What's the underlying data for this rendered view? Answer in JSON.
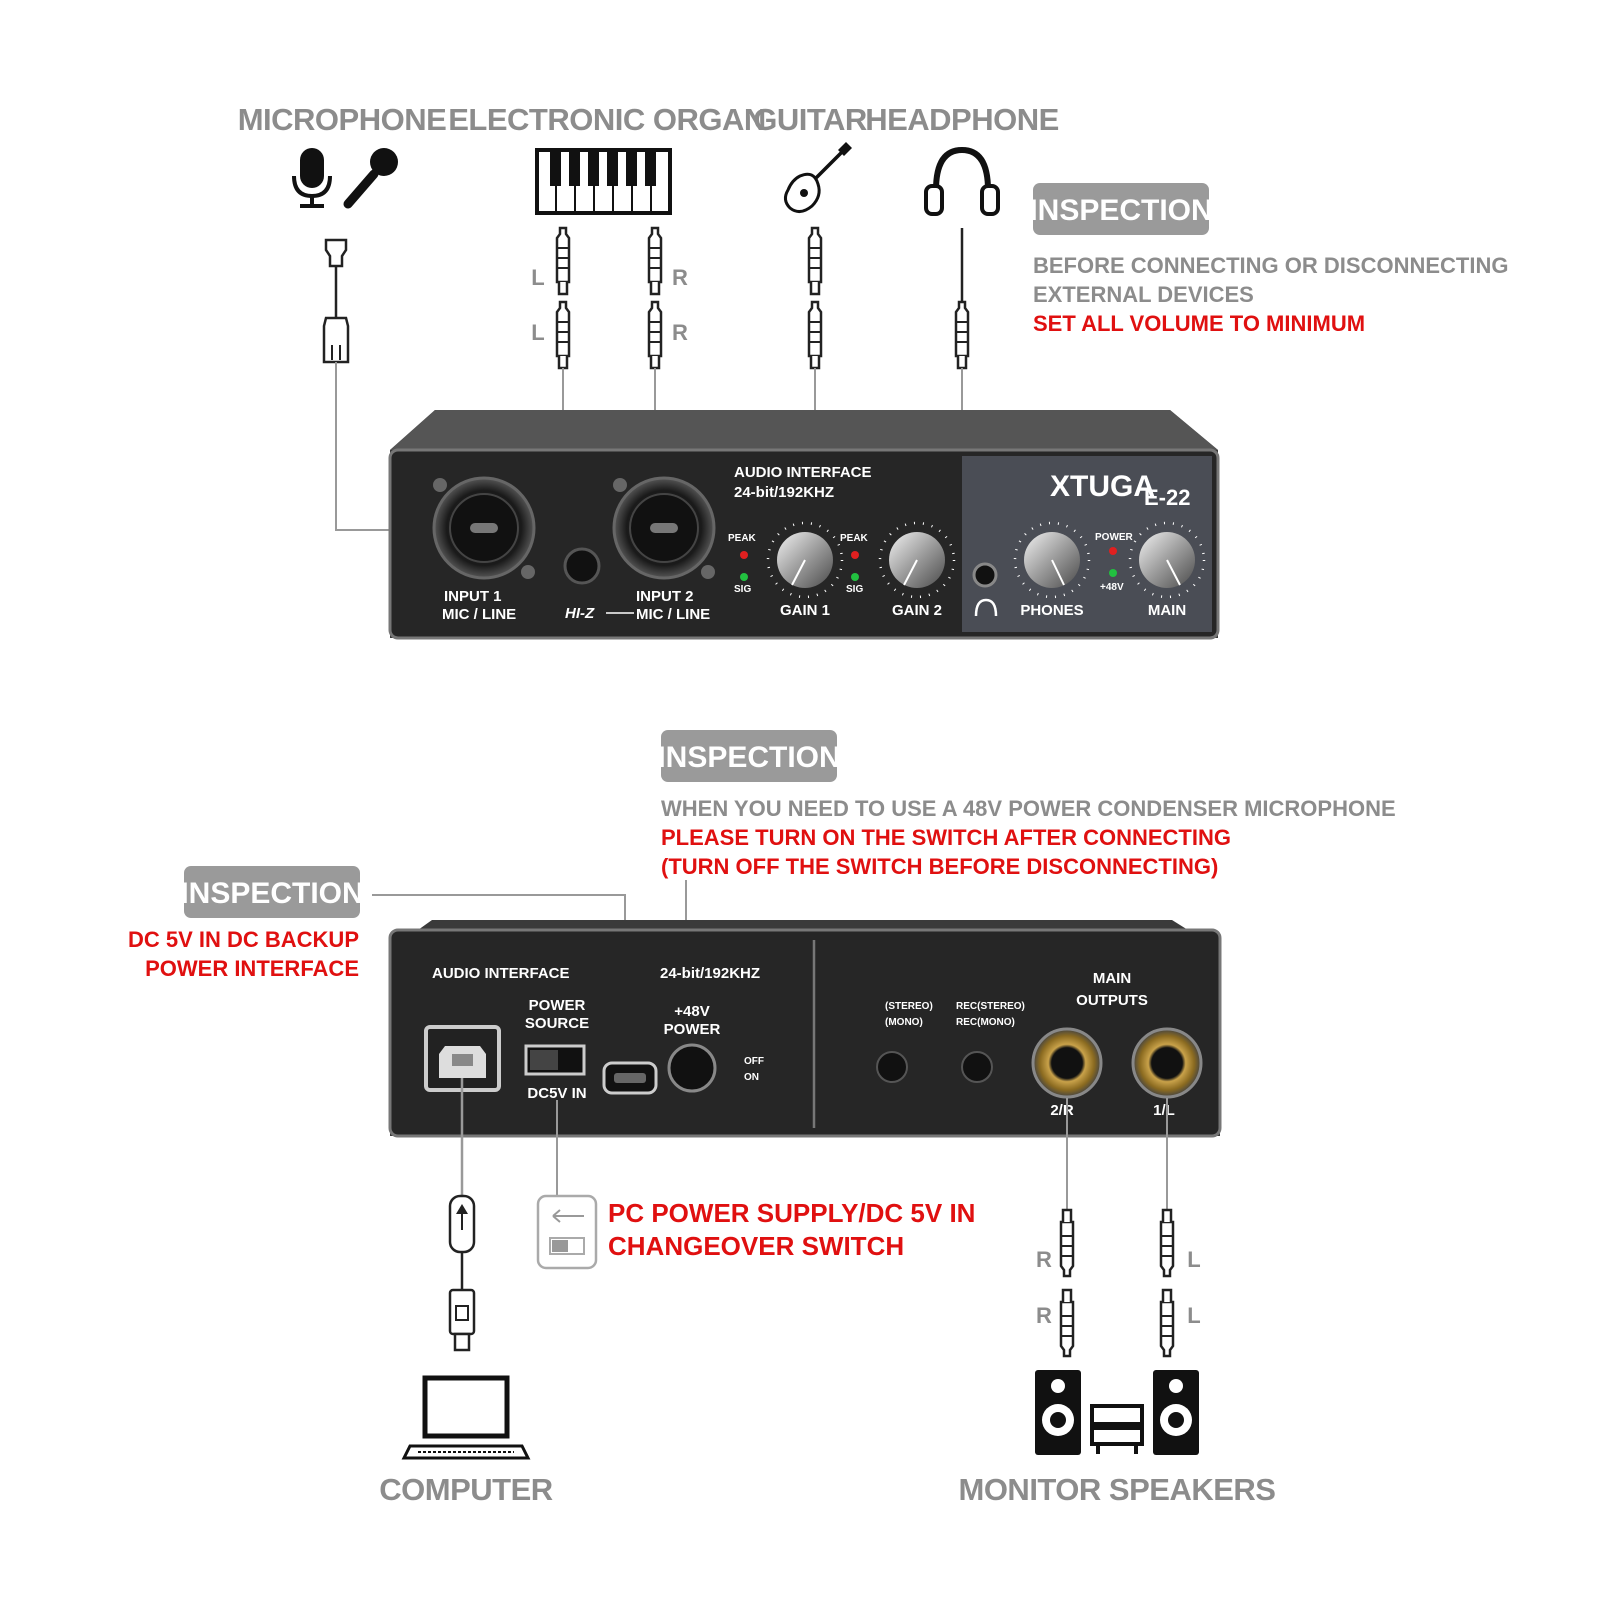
{
  "top_section": {
    "categories": {
      "microphone": "MICROPHONE",
      "organ": "ELECTRONIC ORGAN",
      "guitar": "GUITAR",
      "headphone": "HEADPHONE"
    },
    "channel_labels": {
      "left": "L",
      "right": "R"
    },
    "inspection": {
      "badge": "INSPECTION",
      "line1": "BEFORE CONNECTING OR DISCONNECTING",
      "line2": "EXTERNAL DEVICES",
      "warning": "SET ALL VOLUME TO MINIMUM"
    },
    "front_panel": {
      "title": "AUDIO INTERFACE",
      "spec": "24-bit/192KHZ",
      "brand": "XTUGA",
      "model": "E-22",
      "input1": "INPUT 1",
      "input1_sub": "MIC / LINE",
      "input2": "INPUT 2",
      "input2_sub": "MIC / LINE",
      "hiz": "HI-Z",
      "peak": "PEAK",
      "sig": "SIG",
      "gain1": "GAIN 1",
      "gain2": "GAIN 2",
      "power": "POWER",
      "p48": "+48V",
      "phones": "PHONES",
      "main": "MAIN"
    }
  },
  "bottom_section": {
    "inspection_48v": {
      "badge": "INSPECTION",
      "line1": "WHEN YOU NEED TO USE A 48V POWER CONDENSER MICROPHONE",
      "line2": "PLEASE TURN ON THE SWITCH AFTER CONNECTING",
      "line3": "(TURN OFF THE SWITCH BEFORE DISCONNECTING)"
    },
    "inspection_dc": {
      "badge": "INSPECTION",
      "line1": "DC 5V IN DC BACKUP",
      "line2": "POWER INTERFACE"
    },
    "back_panel": {
      "title": "AUDIO INTERFACE",
      "spec": "24-bit/192KHZ",
      "power_source_1": "POWER",
      "power_source_2": "SOURCE",
      "dc5v": "DC5V IN",
      "p48_1": "+48V",
      "p48_2": "POWER",
      "off": "OFF",
      "on": "ON",
      "mode_stereo": "(STEREO)",
      "mode_mono": "(MONO)",
      "rec_stereo": "REC(STEREO)",
      "rec_mono": "REC(MONO)",
      "main_outputs_1": "MAIN",
      "main_outputs_2": "OUTPUTS",
      "out_r": "2/R",
      "out_l": "1/L"
    },
    "switch_note": {
      "line1": "PC POWER SUPPLY/DC 5V IN",
      "line2": "CHANGEOVER SWITCH"
    },
    "categories": {
      "computer": "COMPUTER",
      "speakers": "MONITOR SPEAKERS"
    },
    "channel_labels": {
      "left": "L",
      "right": "R"
    }
  },
  "colors": {
    "label_gray": "#8c8c8c",
    "warning_red": "#e01010",
    "badge_gray": "#9a9a9a",
    "panel_dark": "#262626",
    "led_red": "#e02020",
    "led_green": "#22c040"
  }
}
